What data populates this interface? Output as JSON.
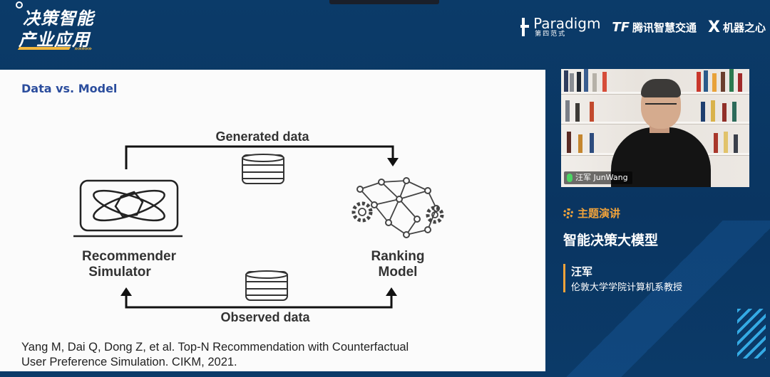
{
  "brand": {
    "line1": "决策智能",
    "line2": "产业应用",
    "arrows": "»»»»»"
  },
  "logos": {
    "paradigm": "Paradigm",
    "paradigm_cn": "第四范式",
    "tencent_mark": "TF",
    "tencent": "腾讯智慧交通",
    "jqzx_mark": "X",
    "jqzx": "机器之心"
  },
  "slide": {
    "title": "Data vs. Model",
    "generated_label": "Generated data",
    "observed_label": "Observed data",
    "left_node_line1": "Recommender",
    "left_node_line2": "Simulator",
    "right_node_line1": "Ranking",
    "right_node_line2": "Model",
    "citation_line1": "Yang M, Dai Q, Dong Z, et al. Top-N Recommendation with Counterfactual",
    "citation_line2": "User Preference Simulation. CIKM, 2021."
  },
  "video": {
    "name": "汪军 JunWang"
  },
  "info": {
    "topic_label": "主题演讲",
    "talk_title": "智能决策大模型",
    "speaker_name": "汪军",
    "speaker_org": "伦敦大学学院计算机系教授"
  },
  "colors": {
    "accent_orange": "#f2a33a",
    "slide_title_blue": "#2b4d9d",
    "frame_bg": "#0b3a68",
    "mic_green": "#4bd463"
  }
}
